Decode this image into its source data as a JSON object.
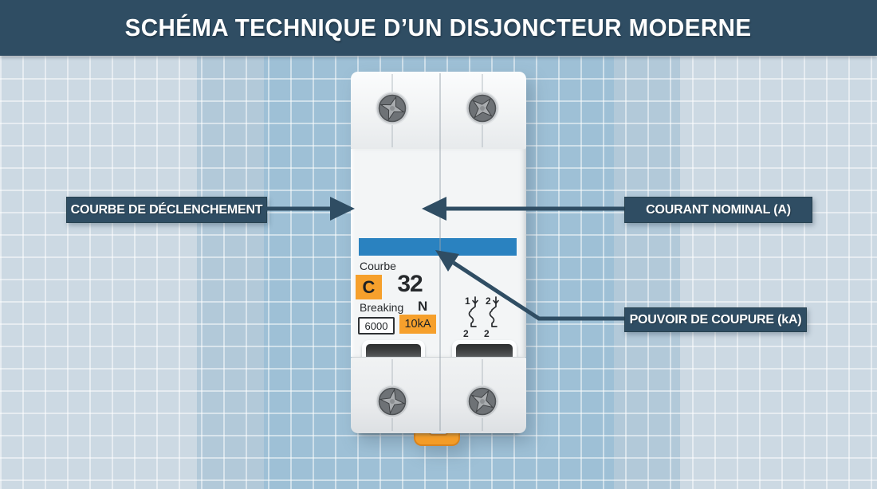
{
  "header": {
    "title": "SCHÉMA TECHNIQUE D’UN DISJONCTEUR MODERNE"
  },
  "callouts": {
    "trip_curve": "COURBE DE DÉCLENCHEMENT",
    "nominal_current": "COURANT NOMINAL (A)",
    "breaking_capacity": "POUVOIR DE COUPURE (kA)"
  },
  "breaker": {
    "curve_label": "Courbe",
    "curve_value": "C",
    "nominal_current": "32",
    "breaking_label": "Breaking",
    "neutral_marker": "N",
    "standard_value": "6000",
    "breaking_capacity_value": "10kA",
    "terminals": {
      "pole1_top": "1",
      "pole2_top": "2",
      "pole1_bottom": "2",
      "pole2_bottom": "2"
    }
  },
  "colors": {
    "header_bg": "#2f4d63",
    "callout_bg": "#2f4d63",
    "arrow": "#2f4d63",
    "accent_orange": "#f6a02c",
    "clip_orange": "#f39c28",
    "label_bar_blue": "#2a82c0",
    "background_outer": "#ccd9e3",
    "background_mid": "#b2c9d9",
    "background_inner": "#9ec0d6",
    "breaker_body": "#f3f5f6",
    "toggle_dark": "#3a3d40"
  }
}
